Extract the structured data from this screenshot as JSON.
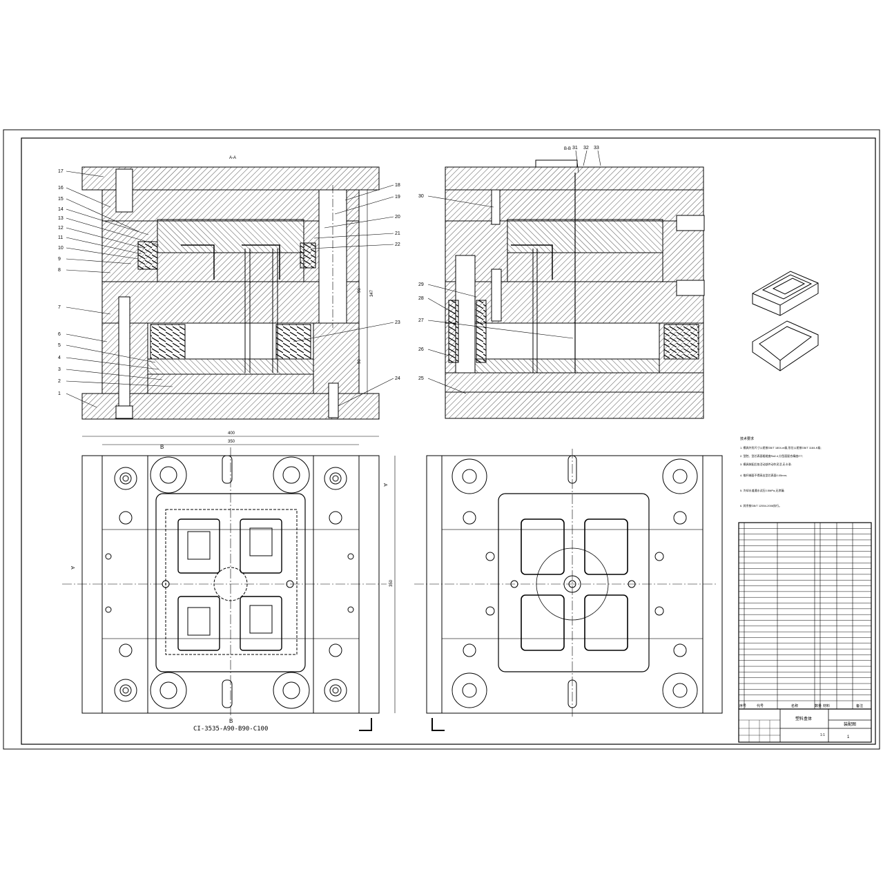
{
  "section_labels": {
    "aa": "A-A",
    "bb": "B-B",
    "b_top": "B",
    "b_bottom": "B",
    "a_left": "A",
    "a_right": "A"
  },
  "mold_code": "CI-3535-A90-B90-C100",
  "dimensions": {
    "width_total": "400",
    "width_inner": "350",
    "height_side": "350",
    "stack_height": "347",
    "h1": "90",
    "h2": "90"
  },
  "callouts_left": [
    "17",
    "16",
    "15",
    "14",
    "13",
    "12",
    "11",
    "10",
    "9",
    "8",
    "7",
    "6",
    "5",
    "4",
    "3",
    "2",
    "1"
  ],
  "callouts_mid": [
    "18",
    "19",
    "20",
    "21",
    "22",
    "23",
    "24"
  ],
  "callouts_right_left": [
    "30",
    "29",
    "28",
    "27",
    "26",
    "25"
  ],
  "callouts_right_top": [
    "31",
    "32",
    "33"
  ],
  "notes_title": "技术要求",
  "notes": [
    "1. 模具外形尺寸公差按GB/T 1804-m级,形位公差按GB/T 1184-K级;",
    "2. 型腔、型芯表面粗糙度Ra0.4,分型面配合精度IT7;",
    "3. 模具装配后各活动部件动作灵活,无卡滞;",
    "4. 推杆端面不得高出型芯表面0.05mm;",
    "5. 冷却水道通水试压0.5MPa,无渗漏;",
    "6. 其余按GB/T 12554-2006执行。"
  ],
  "title_block": {
    "part_name": "塑料盒体",
    "drawing": "装配图",
    "scale": "1:1",
    "sheet": "1"
  },
  "bom_headers": [
    "序号",
    "代号",
    "名称",
    "数量",
    "材料",
    "备注"
  ],
  "bom_rows": 31
}
